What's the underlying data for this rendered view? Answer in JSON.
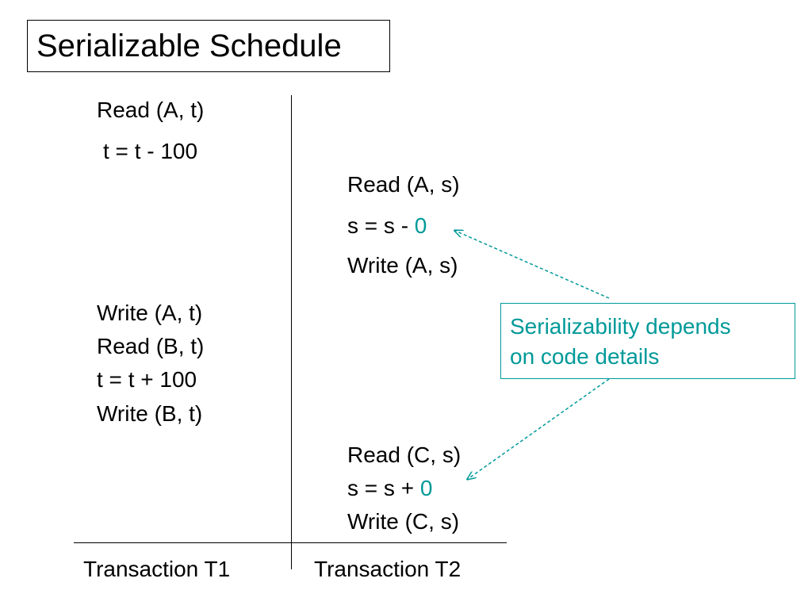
{
  "title": "Serializable Schedule",
  "t1": {
    "read_a": "Read (A, t)",
    "sub_100": "t = t - 100",
    "write_a": "Write (A, t)",
    "read_b": "Read (B, t)",
    "add_100": "t = t + 100",
    "write_b": "Write (B, t)"
  },
  "t2": {
    "read_a": "Read (A, s)",
    "sub_prefix": "s = s - ",
    "sub_value": "0",
    "write_a": "Write (A, s)",
    "read_c": "Read (C, s)",
    "add_prefix": "s = s + ",
    "add_value": "0",
    "write_c": "Write (C, s)"
  },
  "footer": {
    "t1_label": "Transaction T1",
    "t2_label": "Transaction T2"
  },
  "callout": {
    "line1": "Serializability depends",
    "line2": "on code details"
  },
  "colors": {
    "accent": "#009999",
    "text": "#000000",
    "background": "#ffffff"
  }
}
